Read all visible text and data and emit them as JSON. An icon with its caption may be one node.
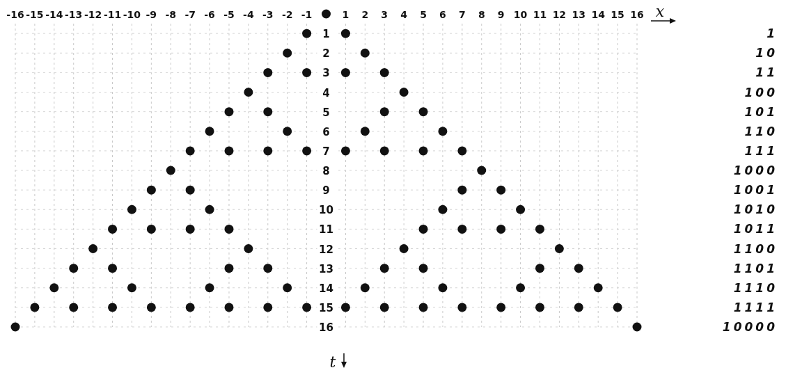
{
  "diagram": {
    "labels": [
      "x",
      "1",
      "10",
      "11",
      "100",
      "101",
      "110",
      "111",
      "1000",
      "1001",
      "1010",
      "1011",
      "1100",
      "1101",
      "1110",
      "1111",
      "10000",
      "t"
    ],
    "chart_data": {
      "type": "scatter",
      "grid": true,
      "xticks": [
        -16,
        -15,
        -14,
        -13,
        -12,
        -11,
        -10,
        -9,
        -8,
        -7,
        -6,
        -5,
        -4,
        -3,
        -2,
        -1,
        1,
        2,
        3,
        4,
        5,
        6,
        7,
        8,
        9,
        10,
        11,
        12,
        13,
        14,
        15,
        16
      ],
      "yticks": [
        1,
        2,
        3,
        4,
        5,
        6,
        7,
        8,
        9,
        10,
        11,
        12,
        13,
        14,
        15,
        16
      ],
      "xlim": [
        -16,
        16
      ],
      "ylim": [
        16,
        0
      ],
      "x": [
        0,
        -1,
        1,
        -2,
        2,
        -3,
        -1,
        1,
        3,
        -4,
        4,
        -5,
        -3,
        3,
        5,
        -6,
        -2,
        2,
        6,
        -7,
        -5,
        -3,
        -1,
        1,
        3,
        5,
        7,
        -8,
        8,
        -9,
        -7,
        7,
        9,
        -10,
        -6,
        6,
        10,
        -11,
        -9,
        -7,
        -5,
        5,
        7,
        9,
        11,
        -12,
        -4,
        4,
        12,
        -13,
        -11,
        -5,
        -3,
        3,
        5,
        11,
        13,
        -14,
        -10,
        -6,
        -2,
        2,
        6,
        10,
        14,
        -15,
        -13,
        -11,
        -9,
        -7,
        -5,
        -3,
        -1,
        1,
        3,
        5,
        7,
        9,
        11,
        13,
        15,
        -16,
        16
      ],
      "values": [
        0,
        1,
        1,
        2,
        2,
        3,
        3,
        3,
        3,
        4,
        4,
        5,
        5,
        5,
        5,
        6,
        6,
        6,
        6,
        7,
        7,
        7,
        7,
        7,
        7,
        7,
        7,
        8,
        8,
        9,
        9,
        9,
        9,
        10,
        10,
        10,
        10,
        11,
        11,
        11,
        11,
        11,
        11,
        11,
        11,
        12,
        12,
        12,
        12,
        13,
        13,
        13,
        13,
        13,
        13,
        13,
        13,
        14,
        14,
        14,
        14,
        14,
        14,
        14,
        14,
        15,
        15,
        15,
        15,
        15,
        15,
        15,
        15,
        15,
        15,
        15,
        15,
        15,
        15,
        15,
        15,
        16,
        16
      ]
    }
  }
}
